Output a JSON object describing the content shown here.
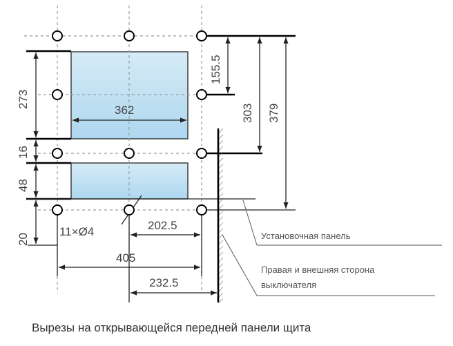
{
  "dimensions": {
    "d273": "273",
    "d16": "16",
    "d48": "48",
    "d20": "20",
    "d362": "362",
    "d155": "155.5",
    "d303": "303",
    "d379": "379",
    "d202": "202.5",
    "d405": "405",
    "d232": "232.5",
    "holes": "11×Ø4"
  },
  "labels": {
    "mounting_panel": "Установочная панель",
    "side_line1": "Правая и внешняя сторона",
    "side_line2": "выключателя"
  },
  "caption": "Вырезы на открывающейся передней панели щита",
  "colors": {
    "cutout_top": "#d6ebf6",
    "cutout_bottom": "#aed7f0"
  }
}
